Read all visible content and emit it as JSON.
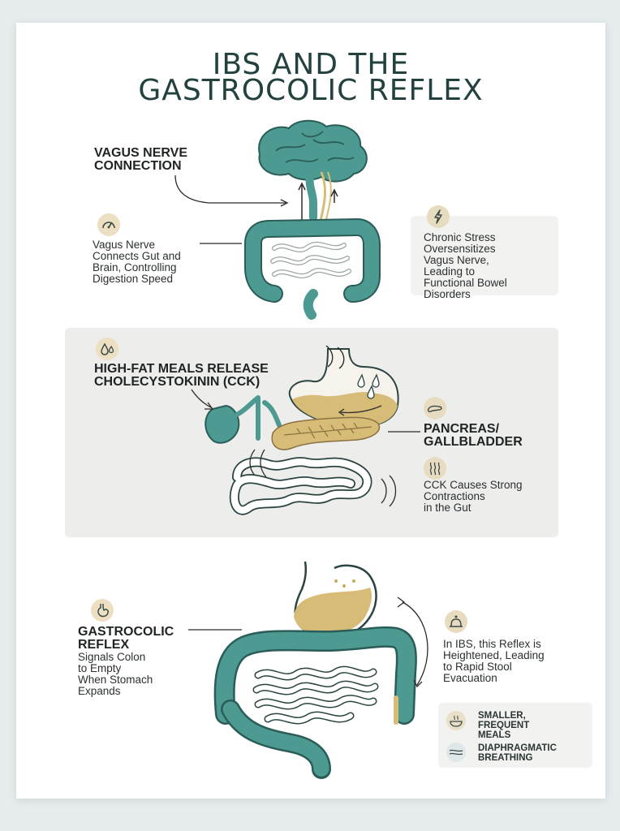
{
  "title": {
    "line1": "IBS AND THE",
    "line2": "GASTROCOLIC REFLEX"
  },
  "section1": {
    "heading_line1": "VAGUS NERVE",
    "heading_line2": "CONNECTION",
    "left_text": [
      "Vagus Nerve",
      "Connects Gut and",
      "Brain, Controlling",
      "Digestion Speed"
    ],
    "right_text": [
      "Chronic Stress",
      "Oversensitizes",
      "Vagus Nerve,",
      "Leading to",
      "Functional Bowel",
      "Disorders"
    ]
  },
  "section2": {
    "heading_line1": "HIGH-FAT MEALS RELEASE",
    "heading_line2": "CHOLECYSTOKININ (CCK)",
    "organ_line1": "PANCREAS/",
    "organ_line2": "GALLBLADDER",
    "cck_text": [
      "CCK Causes Strong",
      "Contractions",
      "in the Gut"
    ]
  },
  "section3": {
    "heading_line1": "GASTROCOLIC",
    "heading_line2": "REFLEX",
    "left_text": [
      "Signals Colon",
      "to Empty",
      "When Stomach",
      "Expands"
    ],
    "right_text": [
      "In IBS, this Reflex is",
      "Heightened, Leading",
      "to Rapid Stool",
      "Evacuation"
    ],
    "tips": [
      {
        "line1": "SMALLER,",
        "line2": "FREQUENT",
        "line3": "MEALS"
      },
      {
        "line1": "DIAPHRAGMATIC",
        "line2": "BREATHING"
      }
    ]
  },
  "colors": {
    "teal": "#4d9a92",
    "gold": "#d7bc78",
    "dark": "#23423f",
    "icon_bg": "#e7dcc0"
  },
  "icons": [
    "gauge-icon",
    "lightning-icon",
    "droplet-icon",
    "pancreas-icon",
    "wave-icon",
    "stomach-icon",
    "colon-icon",
    "bowl-icon",
    "breath-icon"
  ]
}
